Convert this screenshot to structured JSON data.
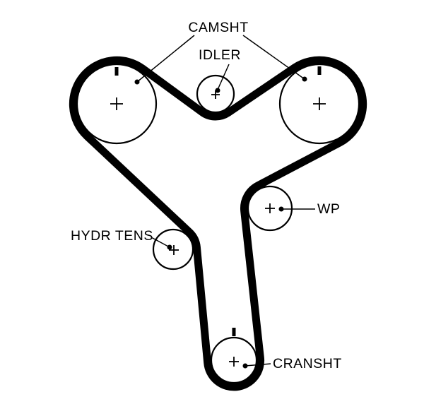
{
  "diagram": {
    "type": "timing-belt-routing-diagram",
    "background_color": "#ffffff",
    "line_color": "#000000",
    "belt_color": "#000000",
    "labels": {
      "camshaft": "CAMSHT",
      "idler": "IDLER",
      "water_pump": "WP",
      "hydraulic_tensioner": "HYDR TENS",
      "crankshaft": "CRANSHT"
    },
    "pulleys": [
      {
        "id": "left-camshaft",
        "label": "CAMSHT",
        "center_mark": "+",
        "timing_mark": true
      },
      {
        "id": "right-camshaft",
        "label": "CAMSHT",
        "center_mark": "+",
        "timing_mark": true
      },
      {
        "id": "idler",
        "label": "IDLER",
        "center_mark": "+",
        "timing_mark": false
      },
      {
        "id": "water-pump",
        "label": "WP",
        "center_mark": "+",
        "timing_mark": false
      },
      {
        "id": "hydraulic-tensioner",
        "label": "HYDR TENS",
        "center_mark": "+",
        "timing_mark": false
      },
      {
        "id": "crankshaft",
        "label": "CRANSHT",
        "center_mark": "+",
        "timing_mark": true
      }
    ]
  }
}
